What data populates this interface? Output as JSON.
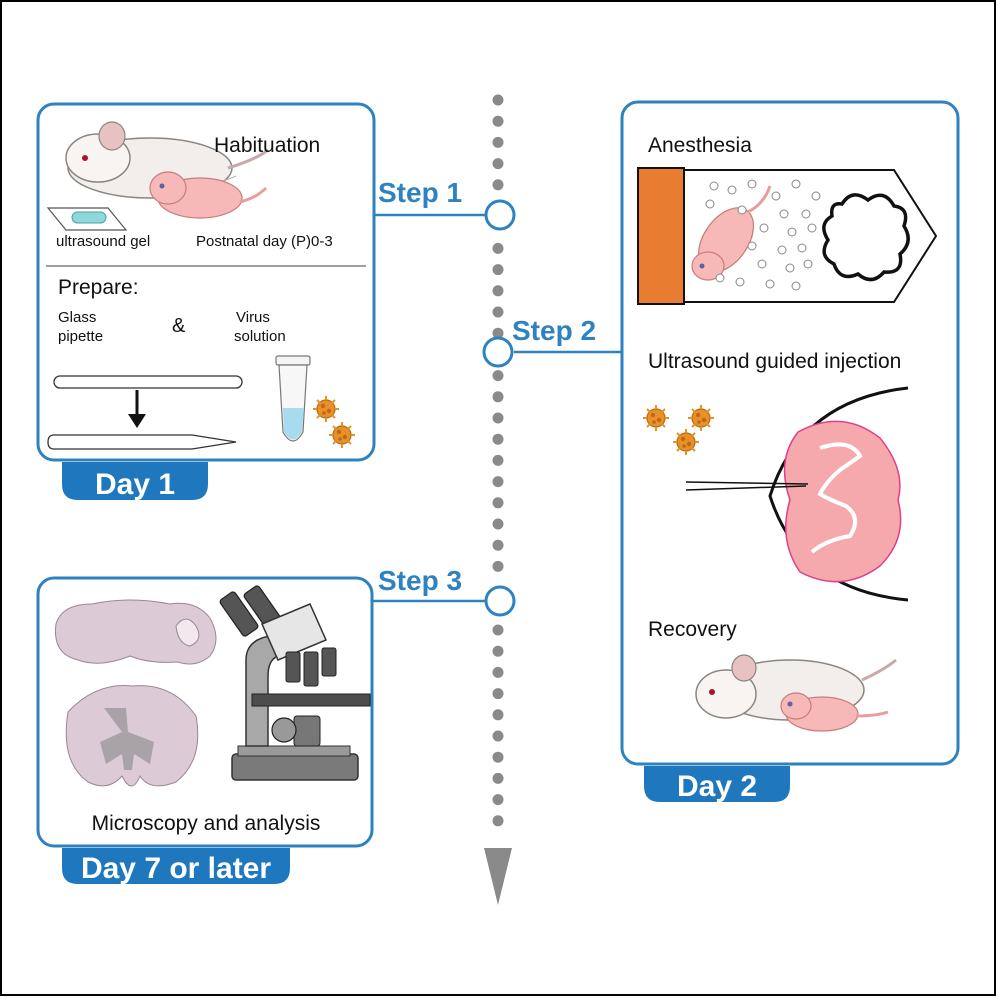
{
  "colors": {
    "blue": "#2e82c0",
    "dot_gray": "#8a8a8a",
    "orange": "#e87c30",
    "pink": "#f5a9ad",
    "brain_gray": "#d9c7d2"
  },
  "timeline": {
    "steps": [
      {
        "label": "Step 1"
      },
      {
        "label": "Step 2"
      },
      {
        "label": "Step 3"
      }
    ]
  },
  "day1": {
    "tag": "Day 1",
    "habituation": "Habituation",
    "gel_label": "ultrasound gel",
    "age_label": "Postnatal day (P)0-3",
    "prepare": "Prepare:",
    "glass_line1": "Glass",
    "glass_line2": "pipette",
    "ampersand": "&",
    "virus_line1": "Virus",
    "virus_line2": "solution"
  },
  "day2": {
    "tag": "Day 2",
    "anesthesia": "Anesthesia",
    "injection": "Ultrasound guided injection",
    "recovery": "Recovery"
  },
  "day7": {
    "tag": "Day 7 or later",
    "caption": "Microscopy and analysis"
  }
}
